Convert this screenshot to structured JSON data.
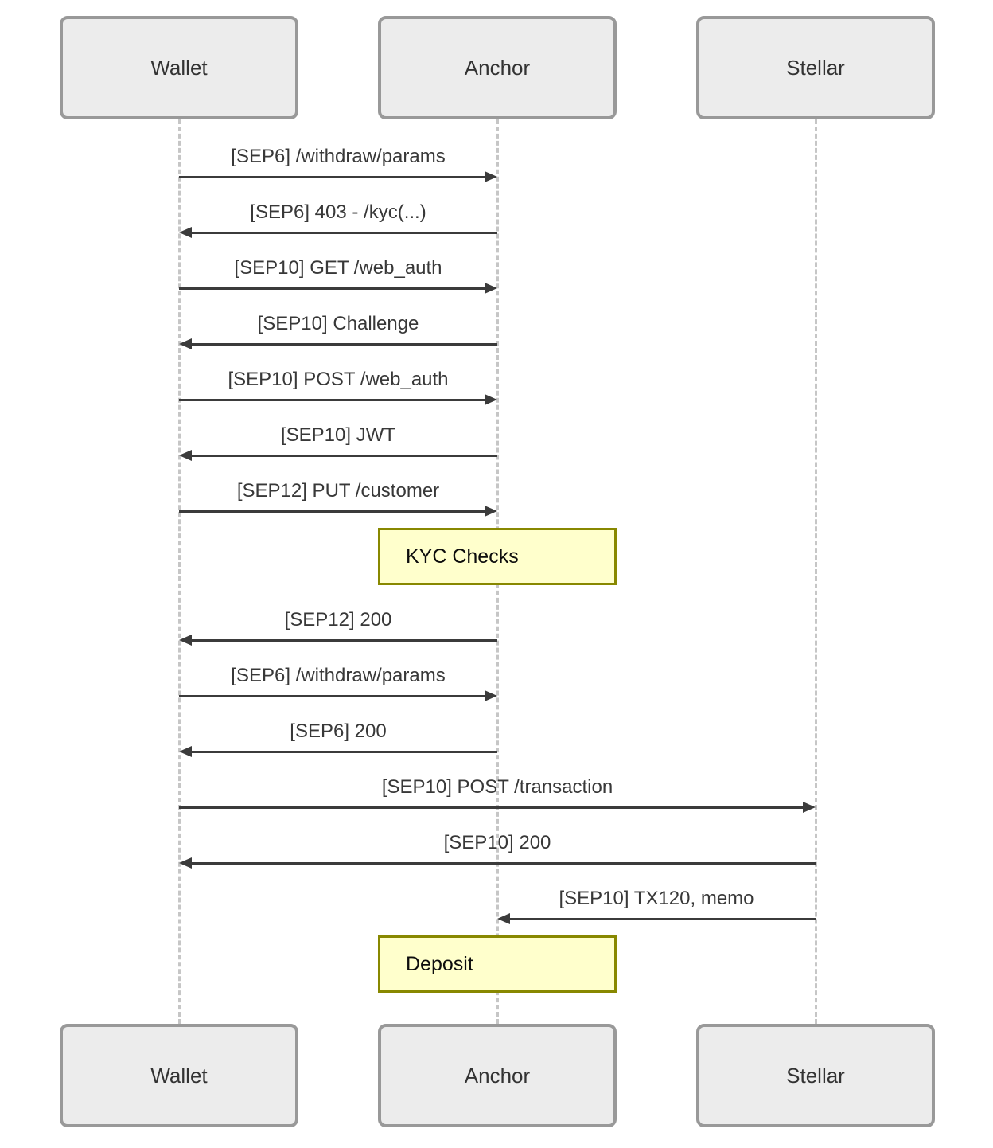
{
  "diagram": {
    "type": "sequence-diagram",
    "participants": [
      {
        "id": "wallet",
        "label": "Wallet"
      },
      {
        "id": "anchor",
        "label": "Anchor"
      },
      {
        "id": "stellar",
        "label": "Stellar"
      }
    ],
    "rows": [
      {
        "type": "message",
        "text": "[SEP6] /withdraw/params",
        "from": "wallet",
        "to": "anchor"
      },
      {
        "type": "message",
        "text": "[SEP6] 403 - /kyc(...)",
        "from": "anchor",
        "to": "wallet"
      },
      {
        "type": "message",
        "text": "[SEP10] GET /web_auth",
        "from": "wallet",
        "to": "anchor"
      },
      {
        "type": "message",
        "text": "[SEP10] Challenge",
        "from": "anchor",
        "to": "wallet"
      },
      {
        "type": "message",
        "text": "[SEP10] POST /web_auth",
        "from": "wallet",
        "to": "anchor"
      },
      {
        "type": "message",
        "text": "[SEP10] JWT",
        "from": "anchor",
        "to": "wallet"
      },
      {
        "type": "message",
        "text": "[SEP12] PUT /customer",
        "from": "wallet",
        "to": "anchor"
      },
      {
        "type": "note",
        "text": "KYC Checks",
        "over": "anchor"
      },
      {
        "type": "message",
        "text": "[SEP12] 200",
        "from": "anchor",
        "to": "wallet"
      },
      {
        "type": "message",
        "text": "[SEP6] /withdraw/params",
        "from": "wallet",
        "to": "anchor"
      },
      {
        "type": "message",
        "text": "[SEP6] 200",
        "from": "anchor",
        "to": "wallet"
      },
      {
        "type": "message",
        "text": "[SEP10] POST /transaction",
        "from": "wallet",
        "to": "stellar"
      },
      {
        "type": "message",
        "text": "[SEP10] 200",
        "from": "stellar",
        "to": "wallet"
      },
      {
        "type": "message",
        "text": "[SEP10] TX120, memo",
        "from": "stellar",
        "to": "anchor"
      },
      {
        "type": "note",
        "text": "Deposit",
        "over": "anchor"
      }
    ],
    "colors": {
      "background": "#ffffff",
      "participant_fill": "#ececec",
      "participant_border": "#999999",
      "participant_text": "#333333",
      "lifeline": "#c6c6c6",
      "arrow": "#3b3b3b",
      "label_text": "#383838",
      "note_fill": "#ffffcc",
      "note_border": "#888800",
      "note_text": "#0d0d0d"
    }
  }
}
